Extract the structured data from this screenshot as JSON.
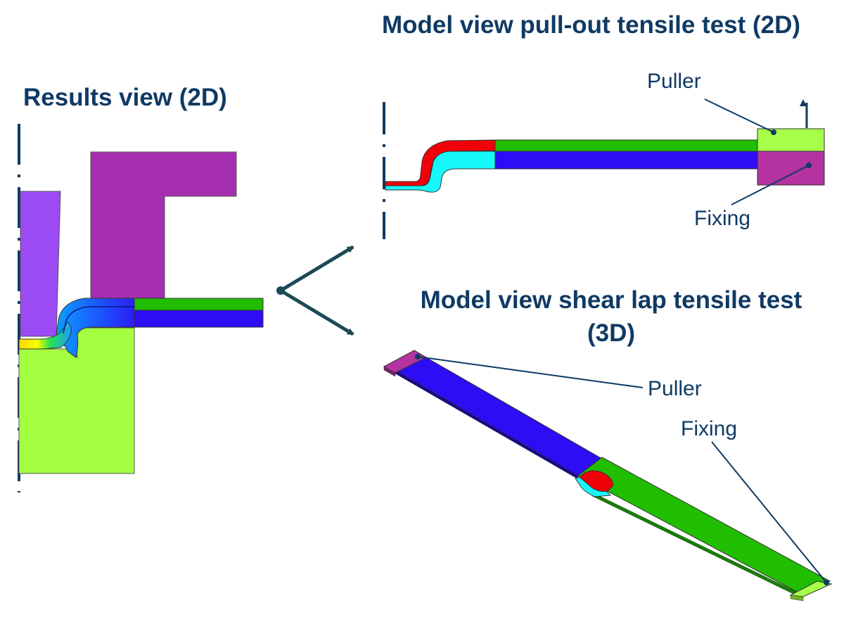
{
  "results_view": {
    "title": "Results view (2D)"
  },
  "pullout_model": {
    "title": "Model view pull-out tensile test (2D)",
    "puller_label": "Puller",
    "fixing_label": "Fixing"
  },
  "shearlap_model": {
    "title_line1": "Model view shear lap tensile test",
    "title_line2": "(3D)",
    "puller_label": "Puller",
    "fixing_label": "Fixing"
  },
  "colors": {
    "heading": "#0f3a64",
    "punch": "#a52fb0",
    "blankholder": "#9c4af4",
    "die": "#a4ff40",
    "top_sheet": "#21bd00",
    "bottom_sheet": "#2d0cf6",
    "red_part": "#f2000a",
    "cyan_part": "#17f8fb",
    "puller": "#a6ff48",
    "fixing": "#b433a0"
  }
}
